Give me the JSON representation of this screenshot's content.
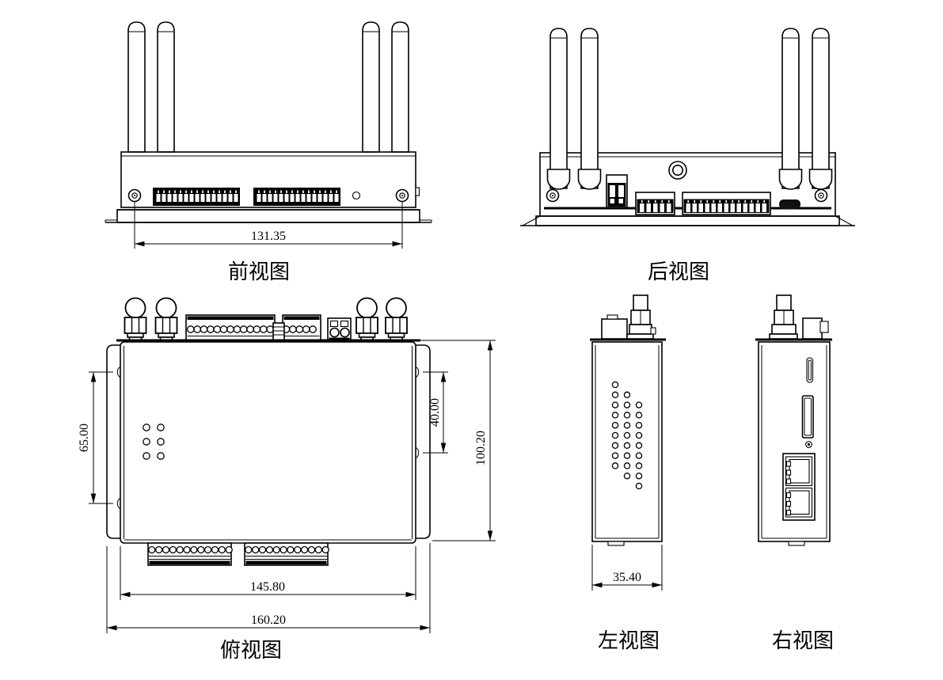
{
  "drawing": {
    "background": "#ffffff",
    "line_color": "#000000",
    "views": {
      "front": {
        "label": "前视图",
        "dims": {
          "mount_hole_spacing": "131.35"
        }
      },
      "rear": {
        "label": "后视图"
      },
      "top": {
        "label": "俯视图",
        "dims": {
          "left_slot_spacing": "65.00",
          "right_slot_spacing": "40.00",
          "body_depth": "100.20",
          "body_width": "145.80",
          "overall_width": "160.20"
        }
      },
      "left": {
        "label": "左视图",
        "dims": {
          "body_thickness": "35.40"
        }
      },
      "right": {
        "label": "右视图"
      }
    }
  }
}
